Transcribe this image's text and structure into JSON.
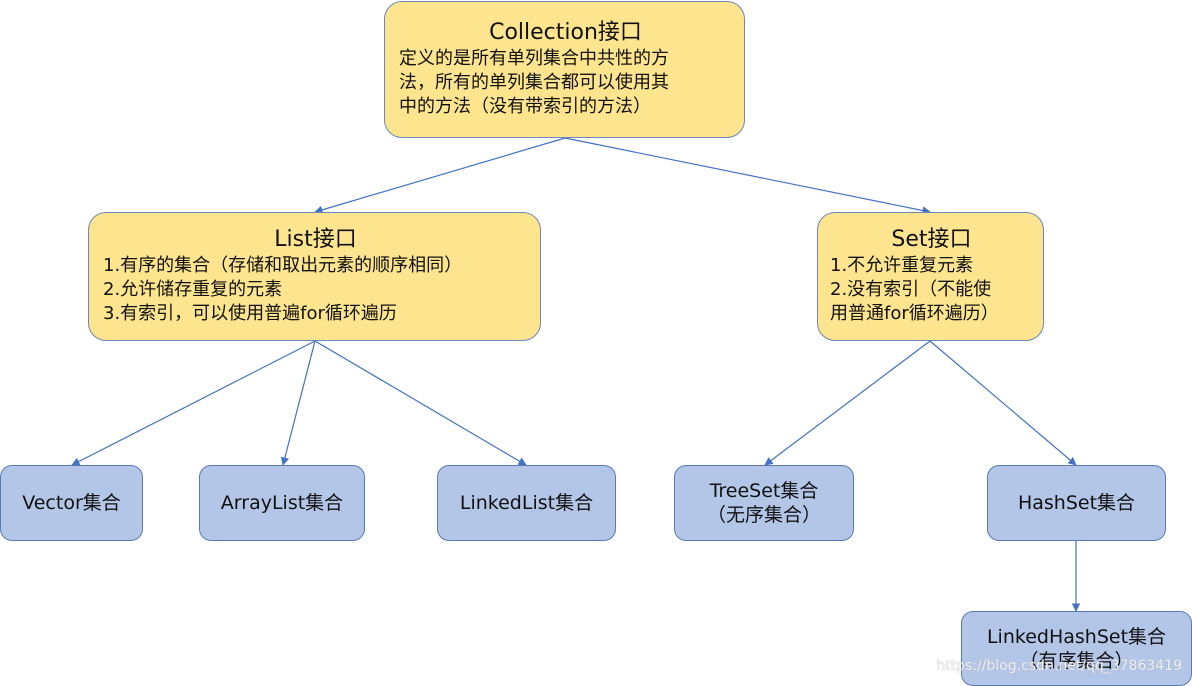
{
  "collection": {
    "title": "Collection接口",
    "body": "定义的是所有单列集合中共性的方\n法，所有的单列集合都可以使用其\n中的方法（没有带索引的方法）"
  },
  "list": {
    "title": "List接口",
    "body": " 1.有序的集合（存储和取出元素的顺序相同）\n 2.允许储存重复的元素\n 3.有索引，可以使用普遍for循环遍历"
  },
  "set": {
    "title": "Set接口",
    "body": "  1.不允许重复元素\n   2.没有索引（不能使\n用普通for循环遍历）"
  },
  "leaves": {
    "vector": "Vector集合",
    "arraylist": "ArrayList集合",
    "linkedlist": "LinkedList集合",
    "treeset": "TreeSet集合\n（无序集合）",
    "hashset": "HashSet集合",
    "linkedhashset": "LinkedHashSet集合\n（有序集合）"
  },
  "watermark": "https://blog.csdn.net/qq_37863419",
  "colors": {
    "interface_fill": "#fde48f",
    "class_fill": "#b3c6e7",
    "edge": "#4472c4"
  }
}
